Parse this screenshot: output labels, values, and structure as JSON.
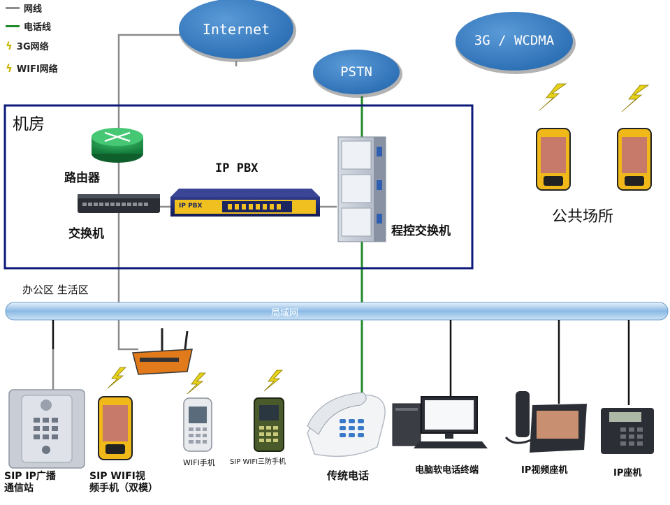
{
  "legend": {
    "lan_line": "网线",
    "phone_line": "电话线",
    "net_3g": "3G网络",
    "net_wifi": "WIFI网络"
  },
  "clouds": {
    "internet": "Internet",
    "pstn": "PSTN",
    "wcdma": "3G / WCDMA"
  },
  "server_room": {
    "title": "机房",
    "router": "路由器",
    "switch": "交换机",
    "ip_pbx": "IP PBX",
    "ip_pbx_device_label": "IP PBX",
    "pbx_exchange": "程控交换机"
  },
  "public_place": "公共场所",
  "office_zone": "办公区 生活区",
  "lan_bar": "局域网",
  "endpoints": {
    "sip_broadcast": [
      "SIP IP广播",
      "通信站"
    ],
    "sip_wifi_video": [
      "SIP WIFI视",
      "频手机（双模）"
    ],
    "wifi_phone": "WIFI手机",
    "rugged_phone": "SIP WIFI三防手机",
    "analog_phone": "传统电话",
    "softphone": "电脑软电话终端",
    "ip_video_phone": "IP视频座机",
    "ip_desk_phone": "IP座机"
  },
  "colors": {
    "lan": "#8c8c8c",
    "phone": "#1f8a2a",
    "cloud": "#2f78c0",
    "room_border": "#0b1a7a",
    "device_yellow": "#f0c020"
  }
}
